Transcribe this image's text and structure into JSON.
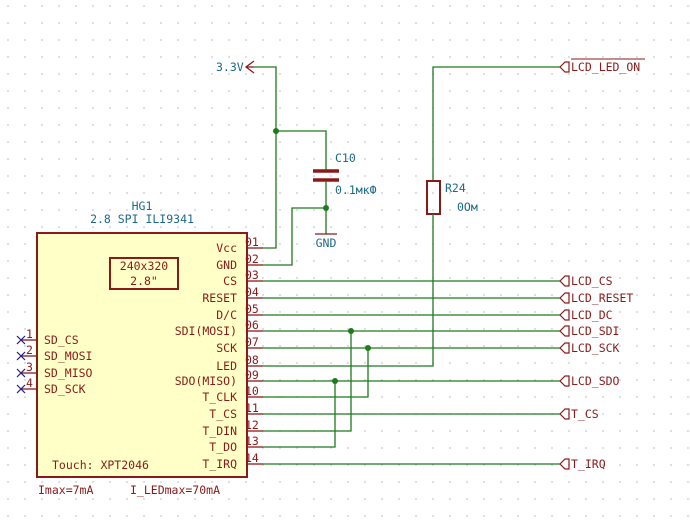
{
  "component": {
    "ref": "HG1",
    "value": "2.8 SPI ILI9341",
    "display_size_line1": "240x320",
    "display_size_line2": "2.8\"",
    "touch_note": "Touch: XPT2046",
    "imax_note": "Imax=7mA",
    "iled_note": "I_LEDmax=70mA",
    "right_pins": [
      {
        "num": "01",
        "name": "Vcc"
      },
      {
        "num": "02",
        "name": "GND"
      },
      {
        "num": "03",
        "name": "CS"
      },
      {
        "num": "04",
        "name": "RESET"
      },
      {
        "num": "05",
        "name": "D/C"
      },
      {
        "num": "06",
        "name": "SDI(MOSI)"
      },
      {
        "num": "07",
        "name": "SCK"
      },
      {
        "num": "08",
        "name": "LED"
      },
      {
        "num": "09",
        "name": "SDO(MISO)"
      },
      {
        "num": "10",
        "name": "T_CLK"
      },
      {
        "num": "11",
        "name": "T_CS"
      },
      {
        "num": "12",
        "name": "T_DIN"
      },
      {
        "num": "13",
        "name": "T_DO"
      },
      {
        "num": "14",
        "name": "T_IRQ"
      }
    ],
    "left_pins": [
      {
        "num": "1",
        "name": "SD_CS"
      },
      {
        "num": "2",
        "name": "SD_MOSI"
      },
      {
        "num": "3",
        "name": "SD_MISO"
      },
      {
        "num": "4",
        "name": "SD_SCK"
      }
    ]
  },
  "capacitor": {
    "ref": "C10",
    "value": "0.1мкФ"
  },
  "resistor": {
    "ref": "R24",
    "value": "0Ом"
  },
  "power": {
    "vcc_label": "3.3V",
    "gnd_label": "GND"
  },
  "labels": {
    "led_on": "LCD_LED_ON",
    "cs": "LCD_CS",
    "reset": "LCD_RESET",
    "dc": "LCD_DC",
    "sdi": "LCD_SDI",
    "sck": "LCD_SCK",
    "sdo": "LCD_SDO",
    "t_cs": "T_CS",
    "t_irq": "T_IRQ"
  }
}
